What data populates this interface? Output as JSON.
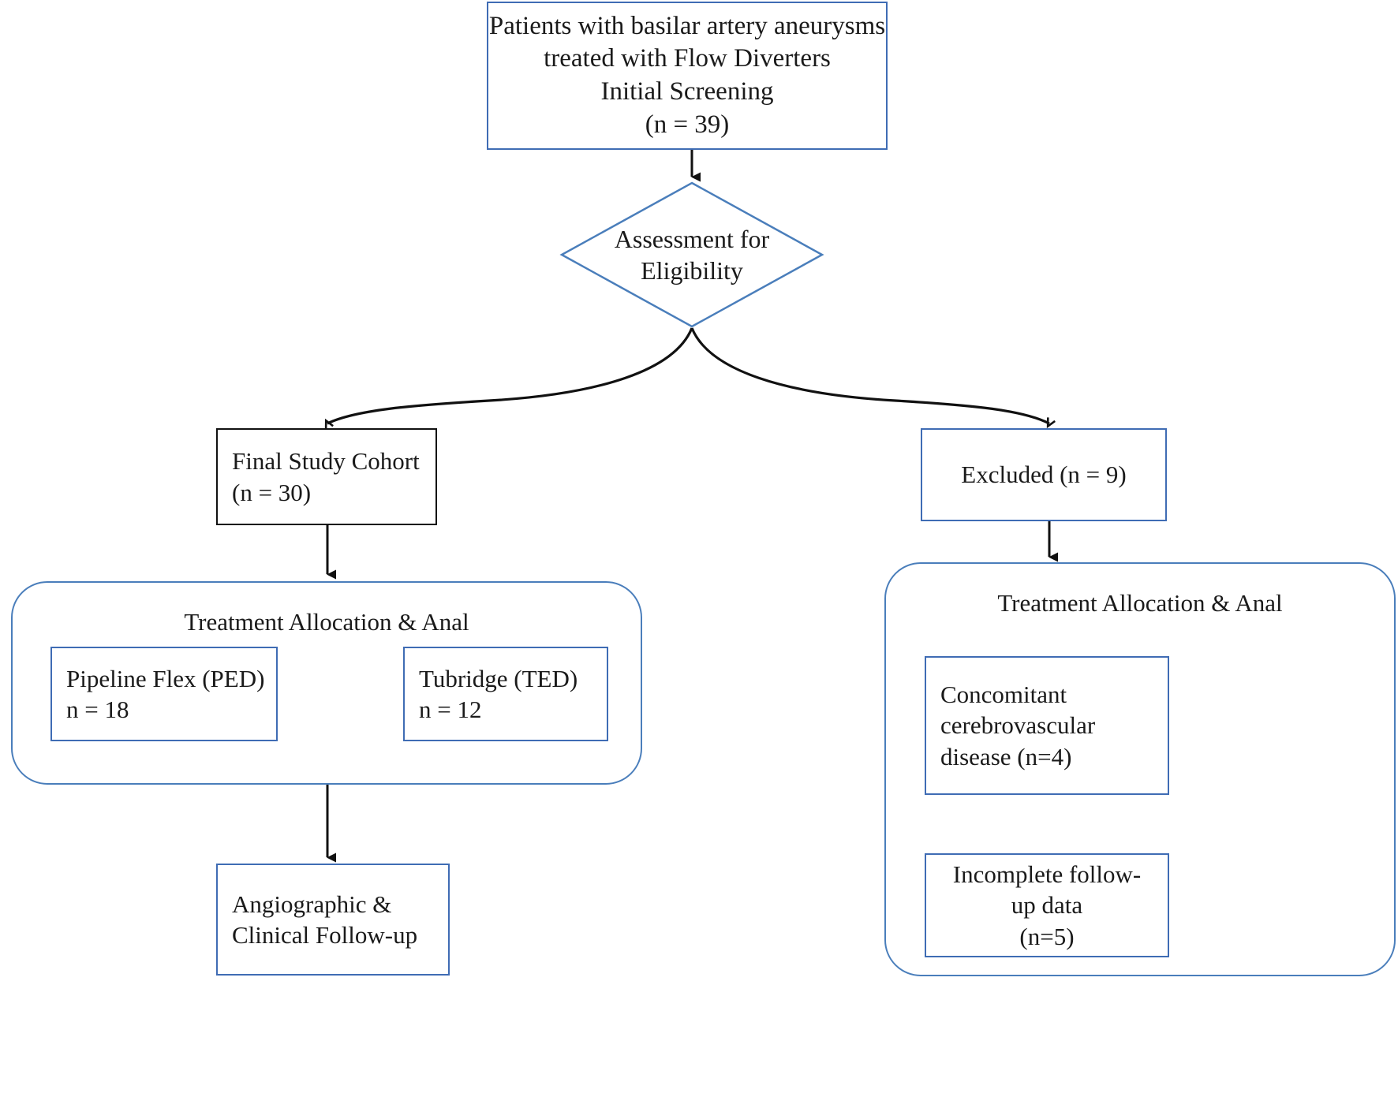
{
  "diagram": {
    "type": "flowchart",
    "title": "Patient selection flow diagram",
    "colors": {
      "blue_border": "#3f6cb4",
      "black_border": "#111111",
      "arrow": "#111111",
      "text": "#1a1a1a",
      "background": "#ffffff"
    },
    "nodes": {
      "screening": {
        "shape": "rectangle",
        "border": "blue",
        "lines": [
          "Patients with basilar artery aneurysms",
          "treated with Flow Diverters",
          "Initial Screening",
          "(n = 39)"
        ]
      },
      "eligibility": {
        "shape": "diamond",
        "border": "blue",
        "lines": [
          "Assessment for",
          "Eligibility"
        ]
      },
      "final_cohort": {
        "shape": "rectangle",
        "border": "black",
        "lines": [
          "Final Study Cohort",
          "(n = 30)"
        ]
      },
      "excluded": {
        "shape": "rectangle",
        "border": "blue",
        "lines": [
          "Excluded (n = 9)"
        ]
      },
      "allocation_left": {
        "shape": "rounded-rectangle",
        "border": "blue",
        "title": "Treatment Allocation & Anal"
      },
      "allocation_right": {
        "shape": "rounded-rectangle",
        "border": "blue",
        "title": "Treatment Allocation & Anal"
      },
      "pipeline_flex": {
        "shape": "rectangle",
        "border": "blue",
        "lines": [
          "Pipeline Flex (PED)",
          "n = 18"
        ]
      },
      "tubridge": {
        "shape": "rectangle",
        "border": "blue",
        "lines": [
          "Tubridge (TED)",
          "n = 12"
        ]
      },
      "concomitant": {
        "shape": "rectangle",
        "border": "blue",
        "lines": [
          "Concomitant",
          "cerebrovascular",
          "disease (n=4)"
        ]
      },
      "incomplete": {
        "shape": "rectangle",
        "border": "blue",
        "lines": [
          "Incomplete follow-",
          "up data",
          "(n=5)"
        ]
      },
      "followup": {
        "shape": "rectangle",
        "border": "blue",
        "lines": [
          "Angiographic &",
          "Clinical Follow-up"
        ]
      }
    },
    "edges": [
      {
        "from": "screening",
        "to": "eligibility",
        "style": "straight-arrow"
      },
      {
        "from": "eligibility",
        "to": "final_cohort",
        "style": "curved-arrow"
      },
      {
        "from": "eligibility",
        "to": "excluded",
        "style": "curved-arrow"
      },
      {
        "from": "final_cohort",
        "to": "allocation_left",
        "style": "straight-arrow"
      },
      {
        "from": "excluded",
        "to": "allocation_right",
        "style": "straight-arrow"
      },
      {
        "from": "allocation_left",
        "to": "followup",
        "style": "straight-arrow"
      }
    ]
  },
  "chart_data": {
    "type": "table",
    "title": "Patient selection flow diagram",
    "categories": [
      "Initial Screening",
      "Final Study Cohort",
      "Excluded",
      "Pipeline Flex (PED)",
      "Tubridge (TED)",
      "Concomitant cerebrovascular disease",
      "Incomplete follow-up data"
    ],
    "values": [
      39,
      30,
      9,
      18,
      12,
      4,
      5
    ]
  }
}
